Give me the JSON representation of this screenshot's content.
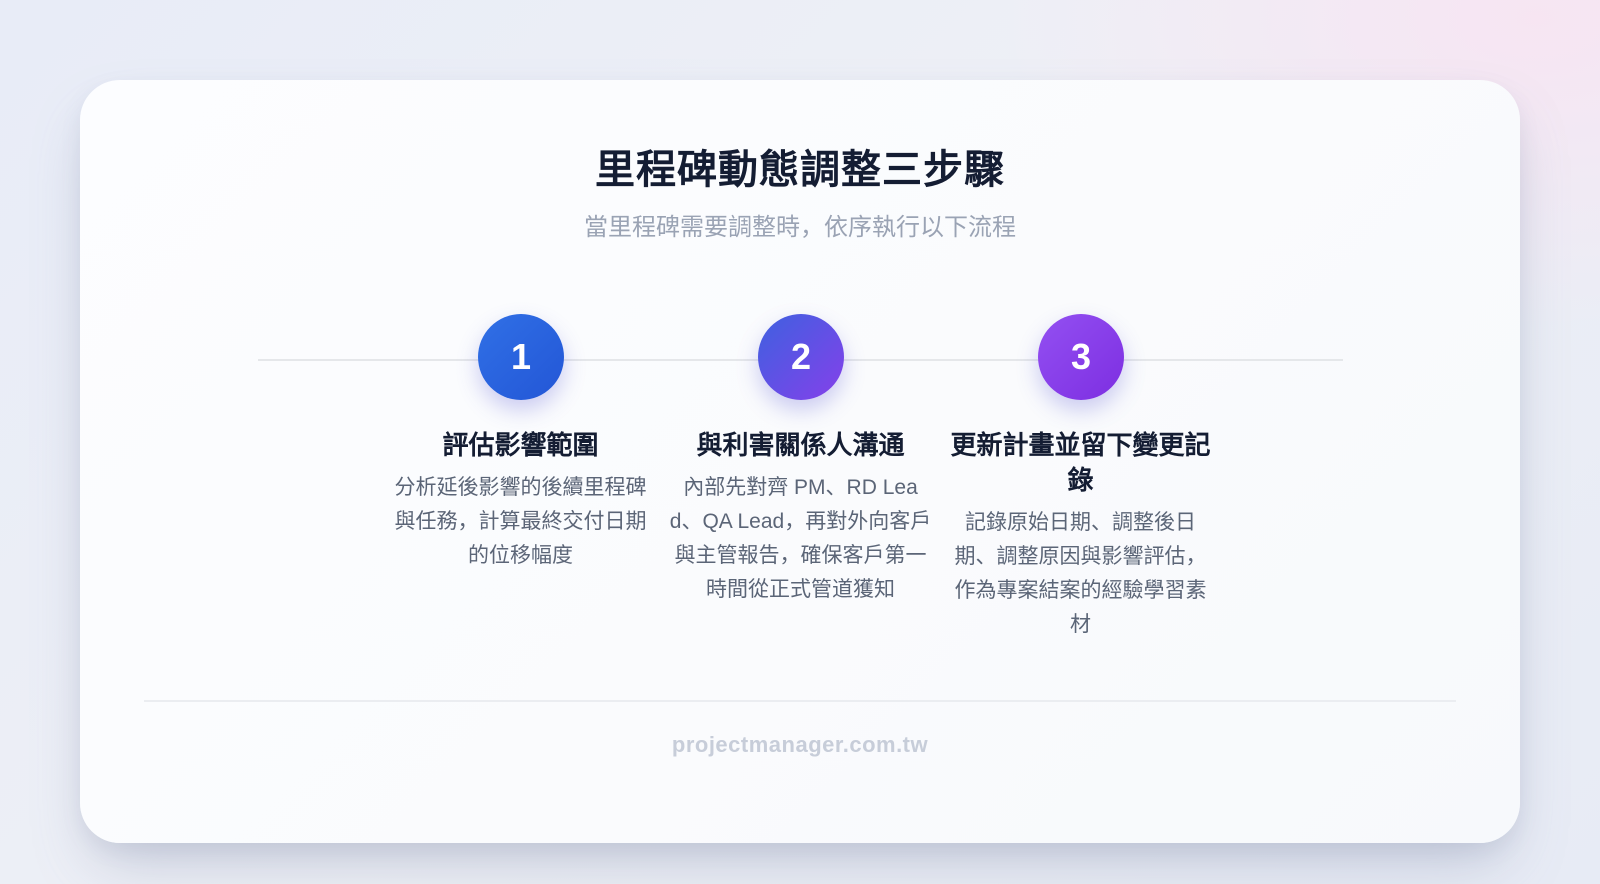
{
  "page": {
    "title": "里程碑動態調整三步驟",
    "subtitle": "當里程碑需要調整時，依序執行以下流程"
  },
  "steps": [
    {
      "number": "1",
      "title": "評估影響範圍",
      "description": "分析延後影響的後續里程碑與任務，計算最終交付日期的位移幅度",
      "circle_color_start": "#3070e6",
      "circle_color_end": "#2356d6"
    },
    {
      "number": "2",
      "title": "與利害關係人溝通",
      "description": "內部先對齊 PM、RD Lead、QA Lead，再對外向客戶與主管報告，確保客戶第一時間從正式管道獲知",
      "circle_color_start": "#3e61e0",
      "circle_color_end": "#8540ea"
    },
    {
      "number": "3",
      "title": "更新計畫並留下變更記錄",
      "description": "記錄原始日期、調整後日期、調整原因與影響評估，作為專案結案的經驗學習素材",
      "circle_color_start": "#9350f2",
      "circle_color_end": "#7d2ee1"
    }
  ],
  "footer": {
    "site": "projectmanager.com.tw"
  },
  "colors": {
    "title_text": "#141d33",
    "subtitle_text": "#9aa3b4",
    "description_text": "#5b6577",
    "footer_text": "#c7cdd9",
    "timeline_line": "#e5e7ea",
    "card_background": "#fbfcfe",
    "page_background_left": "#e8ecf7",
    "page_background_top_right": "#f8e4f2"
  }
}
